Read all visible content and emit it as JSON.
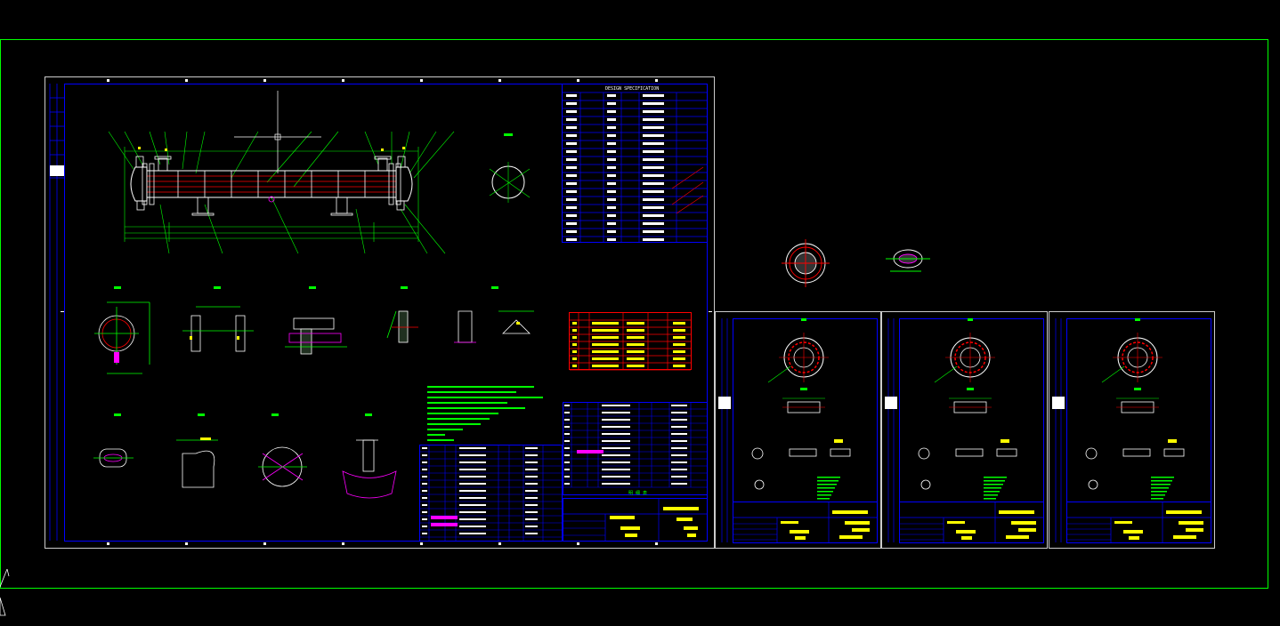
{
  "colors": {
    "background": "#000000",
    "border": "#00ff00",
    "frame": "#0000ff",
    "line": "#00ff00",
    "accent": "#ff0000",
    "highlight": "#ffff00",
    "white": "#ffffff",
    "magenta": "#ff00ff",
    "cyan": "#00ffff"
  },
  "main_sheet": {
    "spec_title": "DESIGN SPECIFICATION",
    "parts_table_caption": "明 细 表",
    "nozzle_rows": 7,
    "parts_rows": 12
  },
  "detail_sheets": [
    {
      "id": "sheet-1"
    },
    {
      "id": "sheet-2"
    },
    {
      "id": "sheet-3"
    }
  ],
  "icons": {
    "ucs": "ucs-axis-icon",
    "crosshair": "crosshair-cursor-icon"
  }
}
